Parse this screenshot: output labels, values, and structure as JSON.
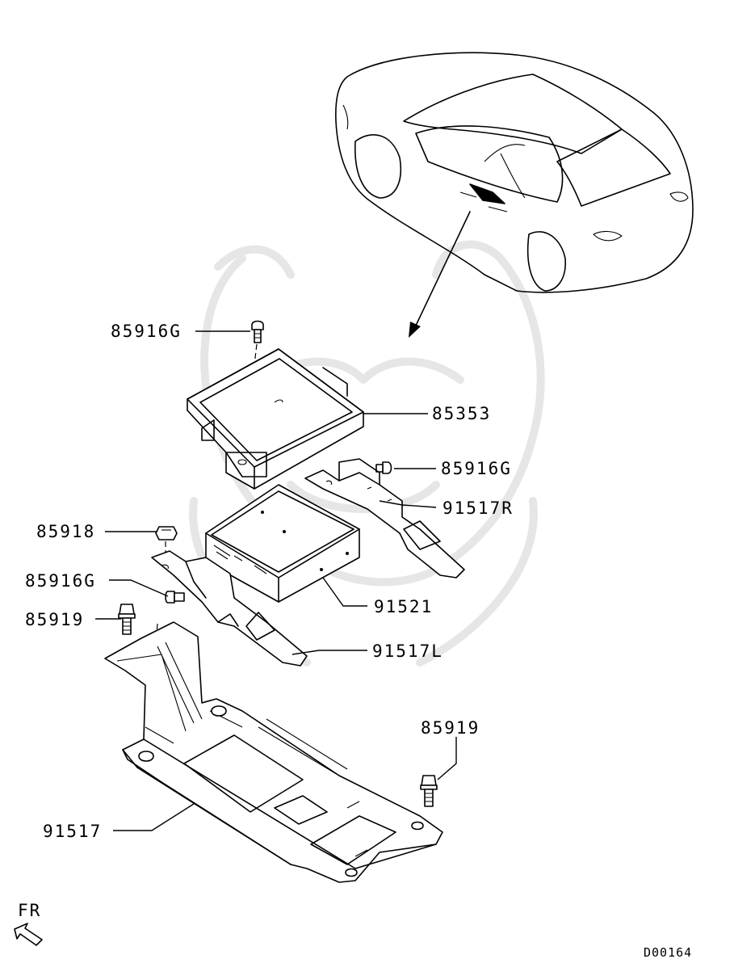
{
  "labels": {
    "p85916G_top": "85916G",
    "p85353": "85353",
    "p85916G_right": "85916G",
    "p91517R": "91517R",
    "p85918": "85918",
    "p91521": "91521",
    "p85916G_left": "85916G",
    "p85919_left": "85919",
    "p91517L": "91517L",
    "p85919_right": "85919",
    "p91517": "91517"
  },
  "footer": {
    "direction": "FR",
    "code": "D00164"
  }
}
